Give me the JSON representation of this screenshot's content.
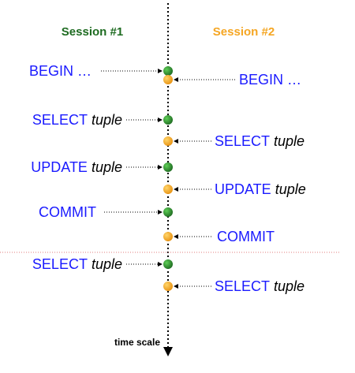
{
  "colors": {
    "session1": "#1e6b21",
    "session2": "#f5a623",
    "operation_text": "#1a1aff",
    "operation_arg": "#000000",
    "timeline": "#000000",
    "divider": "#e27b7b"
  },
  "headers": {
    "session1": "Session #1",
    "session2": "Session #2"
  },
  "timeline_label": "time scale",
  "events": [
    {
      "session": 1,
      "op": "BEGIN …",
      "arg": ""
    },
    {
      "session": 2,
      "op": "BEGIN …",
      "arg": ""
    },
    {
      "session": 1,
      "op": "SELECT",
      "arg": "tuple"
    },
    {
      "session": 2,
      "op": "SELECT",
      "arg": "tuple"
    },
    {
      "session": 1,
      "op": "UPDATE",
      "arg": "tuple"
    },
    {
      "session": 2,
      "op": "UPDATE",
      "arg": "tuple"
    },
    {
      "session": 1,
      "op": "COMMIT",
      "arg": ""
    },
    {
      "session": 2,
      "op": "COMMIT",
      "arg": ""
    },
    {
      "session": 1,
      "op": "SELECT",
      "arg": "tuple"
    },
    {
      "session": 2,
      "op": "SELECT",
      "arg": "tuple"
    }
  ],
  "divider_after_event": 7
}
